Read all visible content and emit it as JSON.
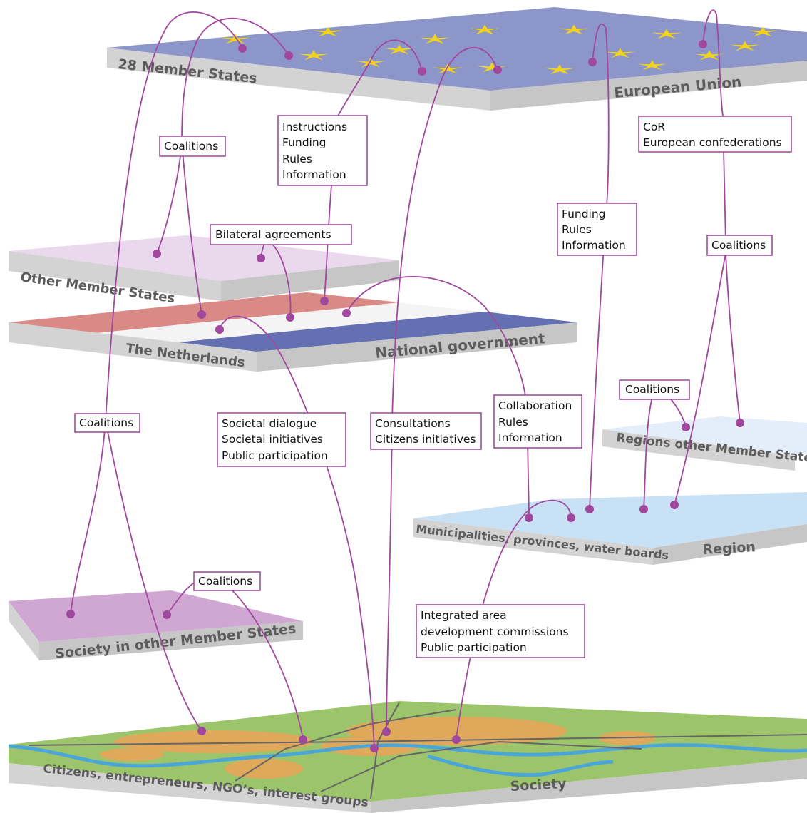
{
  "colors": {
    "connector": "#a0489e",
    "eu_plane": "#8c96c9",
    "star": "#f2d21c",
    "nl_red": "#d98a86",
    "nl_blue": "#6570b3",
    "region_plane": "#c9e1f5",
    "other_regions_plane": "#e3eefa",
    "other_ms_plane": "#ead9ec",
    "society_other_plane": "#cfa7d2",
    "society_map_green": "#9cc56b",
    "society_map_orange": "#e0a85a",
    "society_map_water": "#4aa6d8",
    "plane_edge": "#cfcfcf"
  },
  "layers": {
    "eu_left": "28 Member States",
    "eu_right": "European Union",
    "other_member_states": "Other Member States",
    "nl_left": "The Netherlands",
    "nl_right": "National government",
    "regions_other": "Regions other Member States",
    "region_left": "Municipalities, provinces, water boards",
    "region_right": "Region",
    "society_other": "Society in other Member States",
    "society_left": "Citizens, entrepreneurs, NGO’s, interest groups",
    "society_right": "Society"
  },
  "boxes": {
    "coalitions_1": [
      "Coalitions"
    ],
    "instructions": [
      "Instructions",
      "Funding",
      "Rules",
      "Information"
    ],
    "cor": [
      "CoR",
      "European confederations"
    ],
    "bilateral": [
      "Bilateral agreements"
    ],
    "funding": [
      "Funding",
      "Rules",
      "Information"
    ],
    "coalitions_2": [
      "Coalitions"
    ],
    "coalitions_3": [
      "Coalitions"
    ],
    "coalitions_4": [
      "Coalitions"
    ],
    "societal": [
      "Societal dialogue",
      "Societal initiatives",
      "Public participation"
    ],
    "consultations": [
      "Consultations",
      "Citizens initiatives"
    ],
    "collaboration": [
      "Collaboration",
      "Rules",
      "Information"
    ],
    "coalitions_5": [
      "Coalitions"
    ],
    "integrated": [
      "Integrated area",
      "development commissions",
      "Public participation"
    ]
  }
}
